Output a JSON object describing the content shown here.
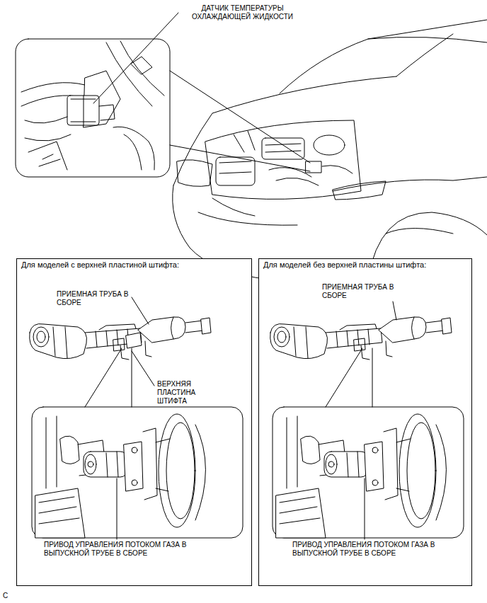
{
  "diagram": {
    "nodes": [
      {
        "text": [
          "Для моделей с верхней пластиной штифта:"
        ]
      },
      {
        "text": [
          "Для моделей без верхней пластины штифта:"
        ]
      }
    ],
    "labels": [
      "ДАТЧИК ТЕМПЕРАТУРЫ ОХЛАЖДАЮЩЕЙ ЖИДКОСТИ",
      "ПРИЕМНАЯ ТРУБА В СБОРЕ",
      "ВЕРХНЯЯ ПЛАСТИНА ШТИФТА",
      "ПРИВОД УПРАВЛЕНИЯ ПОТОКОМ ГАЗА В ВЫПУСКНОЙ ТРУБЕ В СБОРЕ",
      "ПРИЕМНАЯ ТРУБА В СБОРЕ",
      "ПРИВОД УПРАВЛЕНИЯ ПОТОКОМ ГАЗА В ВЫПУСКНОЙ ТРУБЕ В СБОРЕ",
      "C"
    ]
  }
}
